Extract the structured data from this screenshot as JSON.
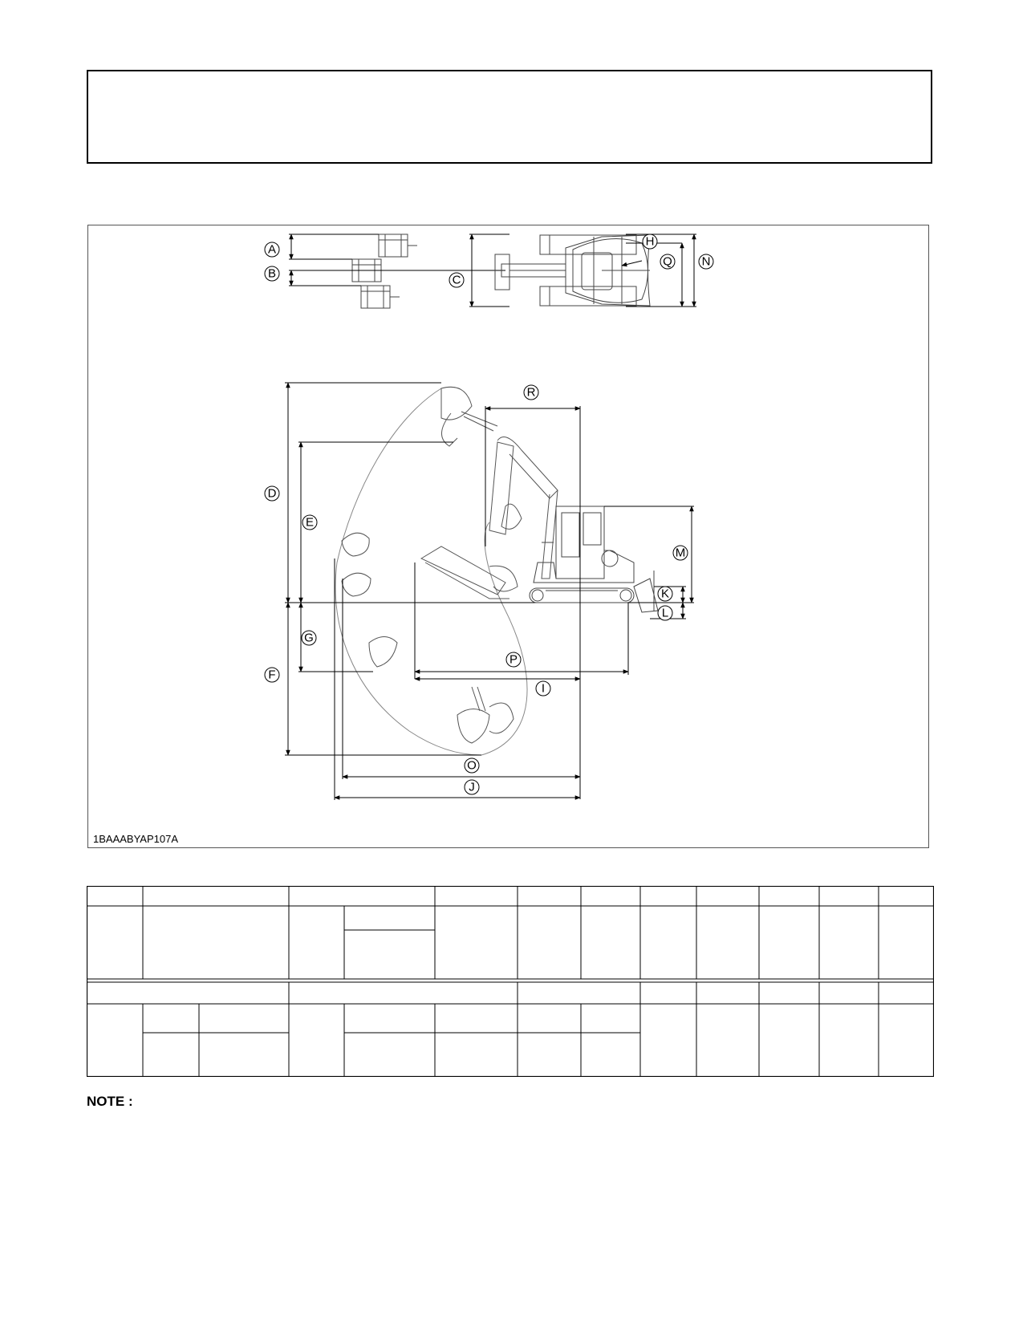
{
  "figure": {
    "code": "1BAAABYAP107A",
    "labels": {
      "A": "A",
      "B": "B",
      "C": "C",
      "D": "D",
      "E": "E",
      "F": "F",
      "G": "G",
      "H": "H",
      "I": "I",
      "J": "J",
      "K": "K",
      "L": "L",
      "M": "M",
      "N": "N",
      "O": "O",
      "P": "P",
      "Q": "Q",
      "R": "R"
    }
  },
  "note": {
    "label": "NOTE :"
  }
}
